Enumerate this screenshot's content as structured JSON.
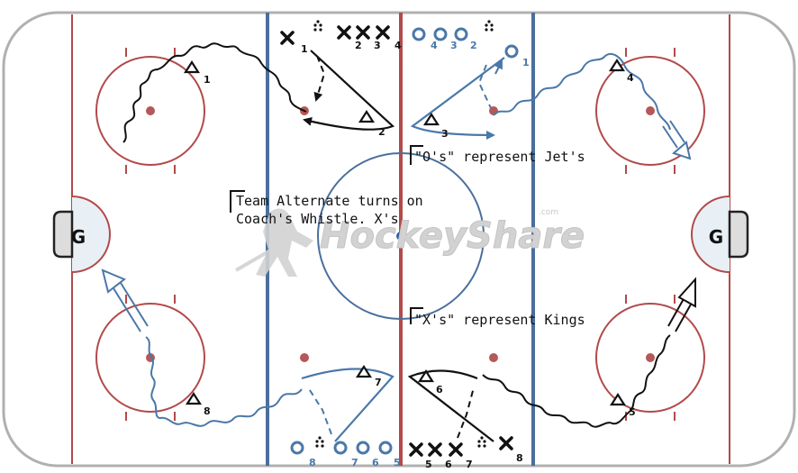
{
  "colors": {
    "board": "#b0b0b0",
    "red_line": "#b24a4a",
    "blue_line": "#4a6f9c",
    "dot": "#b45858",
    "center_dot": "#2a5ea8",
    "x_team": "#111111",
    "o_team": "#4a78a8",
    "watermark": "#d2d2d2",
    "crease": "#e8f0f6"
  },
  "goal_labels": {
    "left": "G",
    "right": "G"
  },
  "annotations": {
    "o_team_note": "\"O's\" represent Jet's",
    "x_team_note": "\"X's\" represent Kings",
    "whistle_line1": "Team Alternate turns on",
    "whistle_line2": "Coach's Whistle.  X's"
  },
  "watermark": {
    "text": "HockeyShare",
    "suffix": ".com"
  },
  "players": {
    "top_x_numbers": [
      "1",
      "2",
      "3",
      "4"
    ],
    "top_o_numbers": [
      "4",
      "3",
      "2",
      "1"
    ],
    "bottom_o_numbers": [
      "8",
      "7",
      "6",
      "5"
    ],
    "bottom_x_numbers": [
      "5",
      "6",
      "7",
      "8"
    ],
    "shooter_numbers": {
      "top_left": "1",
      "top_center_left": "2",
      "top_center_right": "3",
      "top_right": "4",
      "bottom_right": "5",
      "bottom_center_right": "6",
      "bottom_center_left": "7",
      "bottom_left": "8"
    }
  }
}
